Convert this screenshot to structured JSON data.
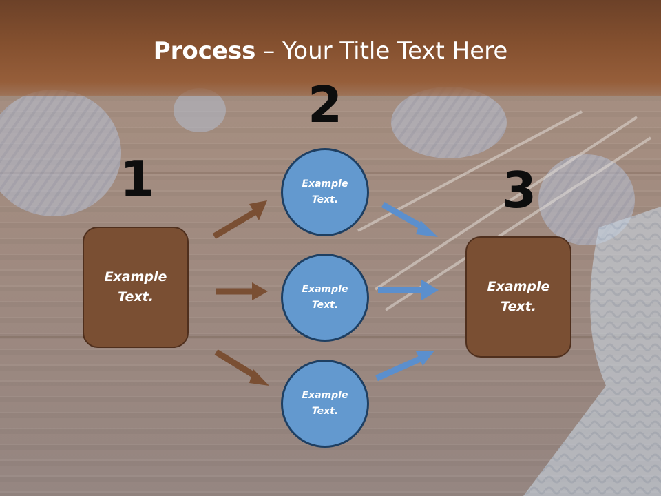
{
  "title": {
    "bold": "Process",
    "rest": " – Your Title Text Here"
  },
  "numbers": [
    "1",
    "2",
    "3"
  ],
  "box_left_text": [
    "Example",
    "Text."
  ],
  "box_right_text": [
    "Example",
    "Text."
  ],
  "circles": [
    [
      "Example",
      "Text."
    ],
    [
      "Example",
      "Text."
    ],
    [
      "Example",
      "Text."
    ]
  ],
  "colors": {
    "header": "#84502f",
    "box": "#7a4f33",
    "circle": "#6399cf",
    "brown_arrow": "#7a4f33",
    "blue_arrow": "#5b8fcd"
  }
}
